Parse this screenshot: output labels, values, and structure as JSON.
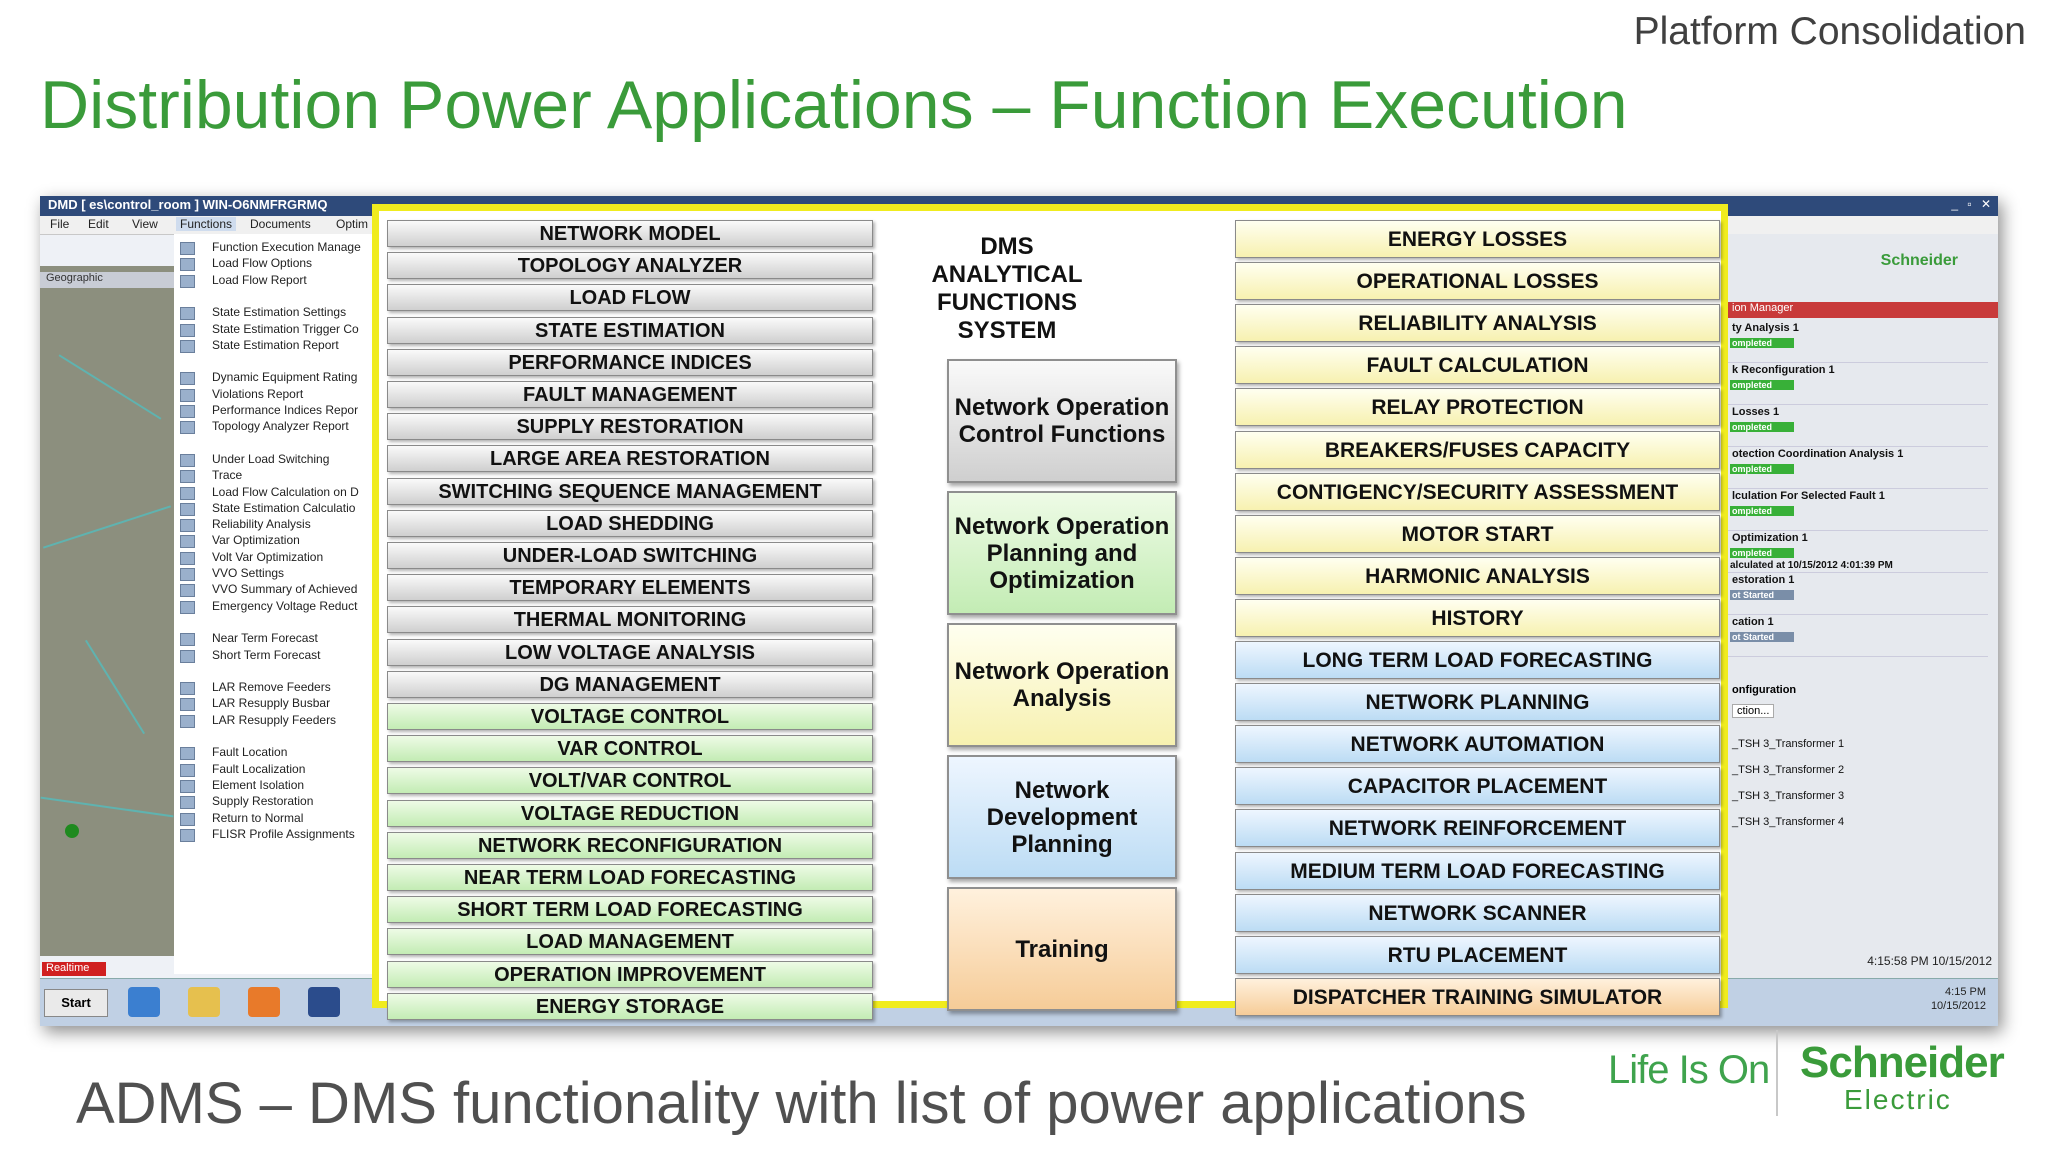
{
  "header": {
    "top_label": "Platform Consolidation",
    "title": "Distribution Power Applications – Function Execution"
  },
  "footer": {
    "subtitle": "ADMS – DMS functionality with list of power applications",
    "tagline": "Life Is On",
    "brand_line1": "Schneider",
    "brand_line2": "Electric"
  },
  "window": {
    "title": "DMD [ es\\control_room ] WIN-O6NMFRGRMQ",
    "menu": [
      "File",
      "Edit",
      "View",
      "Functions",
      "Documents",
      "Optim"
    ],
    "map_tab": "Geographic",
    "realtime": "Realtime",
    "start": "Start",
    "clock_time": "4:15 PM",
    "clock_date": "10/15/2012"
  },
  "functions_menu": [
    "Function Execution Manage",
    "Load Flow Options",
    "Load Flow Report",
    "State Estimation Settings",
    "State Estimation Trigger Co",
    "State Estimation Report",
    "Dynamic Equipment Rating",
    "Violations Report",
    "Performance Indices Repor",
    "Topology Analyzer Report",
    "Under Load Switching",
    "Trace",
    "Load Flow Calculation on D",
    "State Estimation Calculatio",
    "Reliability Analysis",
    "Var Optimization",
    "Volt Var Optimization",
    "VVO Settings",
    "VVO Summary of Achieved",
    "Emergency Voltage Reduct",
    "Near Term Forecast",
    "Short Term Forecast",
    "LAR Remove Feeders",
    "LAR Resupply Busbar",
    "LAR Resupply Feeders",
    "Fault Location",
    "Fault Localization",
    "Element Isolation",
    "Supply Restoration",
    "Return to Normal",
    "FLISR Profile Assignments"
  ],
  "right_panel": {
    "logo": "Schneider",
    "header": "ion Manager",
    "rows": [
      {
        "name": "ty Analysis  1",
        "status": "ompleted"
      },
      {
        "name": "k Reconfiguration  1",
        "status": "ompleted"
      },
      {
        "name": "Losses  1",
        "status": "ompleted"
      },
      {
        "name": "otection Coordination Analysis  1",
        "status": "ompleted"
      },
      {
        "name": "lculation For Selected Fault  1",
        "status": "ompleted"
      },
      {
        "name": "Optimization  1",
        "status": "ompleted"
      },
      {
        "name": "estoration  1",
        "status": "ot Started"
      },
      {
        "name": "cation  1",
        "status": "ot Started"
      }
    ],
    "calculated": "alculated at 10/15/2012 4:01:39 PM",
    "config_label": "onfiguration",
    "config_action": "ction...",
    "transformers": [
      "_TSH 3_Transformer 1",
      "_TSH 3_Transformer 2",
      "_TSH 3_Transformer 3",
      "_TSH 3_Transformer 4"
    ],
    "timestamp": "4:15:58 PM 10/15/2012"
  },
  "dms": {
    "title": "DMS ANALYTICAL FUNCTIONS SYSTEM",
    "categories": [
      {
        "label": "Network Operation Control Functions",
        "color": "gray"
      },
      {
        "label": "Network Operation Planning and Optimization",
        "color": "green"
      },
      {
        "label": "Network Operation Analysis",
        "color": "yellow"
      },
      {
        "label": "Network Development Planning",
        "color": "blue"
      },
      {
        "label": "Training",
        "color": "orange"
      }
    ],
    "left_functions": [
      {
        "label": "NETWORK MODEL",
        "color": "gray"
      },
      {
        "label": "TOPOLOGY ANALYZER",
        "color": "gray"
      },
      {
        "label": "LOAD FLOW",
        "color": "gray"
      },
      {
        "label": "STATE ESTIMATION",
        "color": "gray"
      },
      {
        "label": "PERFORMANCE INDICES",
        "color": "gray"
      },
      {
        "label": "FAULT MANAGEMENT",
        "color": "gray"
      },
      {
        "label": "SUPPLY RESTORATION",
        "color": "gray"
      },
      {
        "label": "LARGE AREA RESTORATION",
        "color": "gray"
      },
      {
        "label": "SWITCHING SEQUENCE MANAGEMENT",
        "color": "gray"
      },
      {
        "label": "LOAD SHEDDING",
        "color": "gray"
      },
      {
        "label": "UNDER-LOAD SWITCHING",
        "color": "gray"
      },
      {
        "label": "TEMPORARY ELEMENTS",
        "color": "gray"
      },
      {
        "label": "THERMAL MONITORING",
        "color": "gray"
      },
      {
        "label": "LOW VOLTAGE ANALYSIS",
        "color": "gray"
      },
      {
        "label": "DG MANAGEMENT",
        "color": "gray"
      },
      {
        "label": "VOLTAGE CONTROL",
        "color": "green"
      },
      {
        "label": "VAR CONTROL",
        "color": "green"
      },
      {
        "label": "VOLT/VAR CONTROL",
        "color": "green"
      },
      {
        "label": "VOLTAGE REDUCTION",
        "color": "green"
      },
      {
        "label": "NETWORK RECONFIGURATION",
        "color": "green"
      },
      {
        "label": "NEAR TERM LOAD FORECASTING",
        "color": "green"
      },
      {
        "label": "SHORT TERM LOAD FORECASTING",
        "color": "green"
      },
      {
        "label": "LOAD MANAGEMENT",
        "color": "green"
      },
      {
        "label": "OPERATION IMPROVEMENT",
        "color": "green"
      },
      {
        "label": "ENERGY STORAGE",
        "color": "green"
      }
    ],
    "right_functions": [
      {
        "label": "ENERGY LOSSES",
        "color": "yellow"
      },
      {
        "label": "OPERATIONAL LOSSES",
        "color": "yellow"
      },
      {
        "label": "RELIABILITY  ANALYSIS",
        "color": "yellow"
      },
      {
        "label": "FAULT CALCULATION",
        "color": "yellow"
      },
      {
        "label": "RELAY PROTECTION",
        "color": "yellow"
      },
      {
        "label": "BREAKERS/FUSES CAPACITY",
        "color": "yellow"
      },
      {
        "label": "CONTIGENCY/SECURITY ASSESSMENT",
        "color": "yellow"
      },
      {
        "label": "MOTOR START",
        "color": "yellow"
      },
      {
        "label": "HARMONIC ANALYSIS",
        "color": "yellow"
      },
      {
        "label": "HISTORY",
        "color": "yellow"
      },
      {
        "label": "LONG TERM LOAD FORECASTING",
        "color": "blue"
      },
      {
        "label": "NETWORK PLANNING",
        "color": "blue"
      },
      {
        "label": "NETWORK AUTOMATION",
        "color": "blue"
      },
      {
        "label": "CAPACITOR PLACEMENT",
        "color": "blue"
      },
      {
        "label": "NETWORK REINFORCEMENT",
        "color": "blue"
      },
      {
        "label": "MEDIUM TERM LOAD FORECASTING",
        "color": "blue"
      },
      {
        "label": "NETWORK SCANNER",
        "color": "blue"
      },
      {
        "label": "RTU PLACEMENT",
        "color": "blue"
      },
      {
        "label": "DISPATCHER TRAINING SIMULATOR",
        "color": "orange"
      }
    ]
  }
}
